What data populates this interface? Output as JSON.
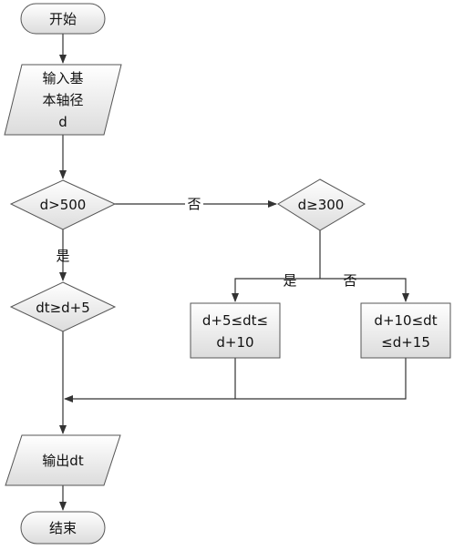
{
  "nodes": {
    "start": "开始",
    "input": [
      "输入基",
      "本轴径",
      "d"
    ],
    "decision_d500": "d>500",
    "decision_d300": "d≥300",
    "decision_dt": "dt≥d+5",
    "process_mid": [
      "d+5≤dt≤",
      "d+10"
    ],
    "process_right": [
      "d+10≤dt",
      "≤d+15"
    ],
    "output": "输出dt",
    "end": "结束"
  },
  "edge_labels": {
    "d500_no": "否",
    "d500_yes": "是",
    "d300_yes": "是",
    "d300_no": "否"
  }
}
